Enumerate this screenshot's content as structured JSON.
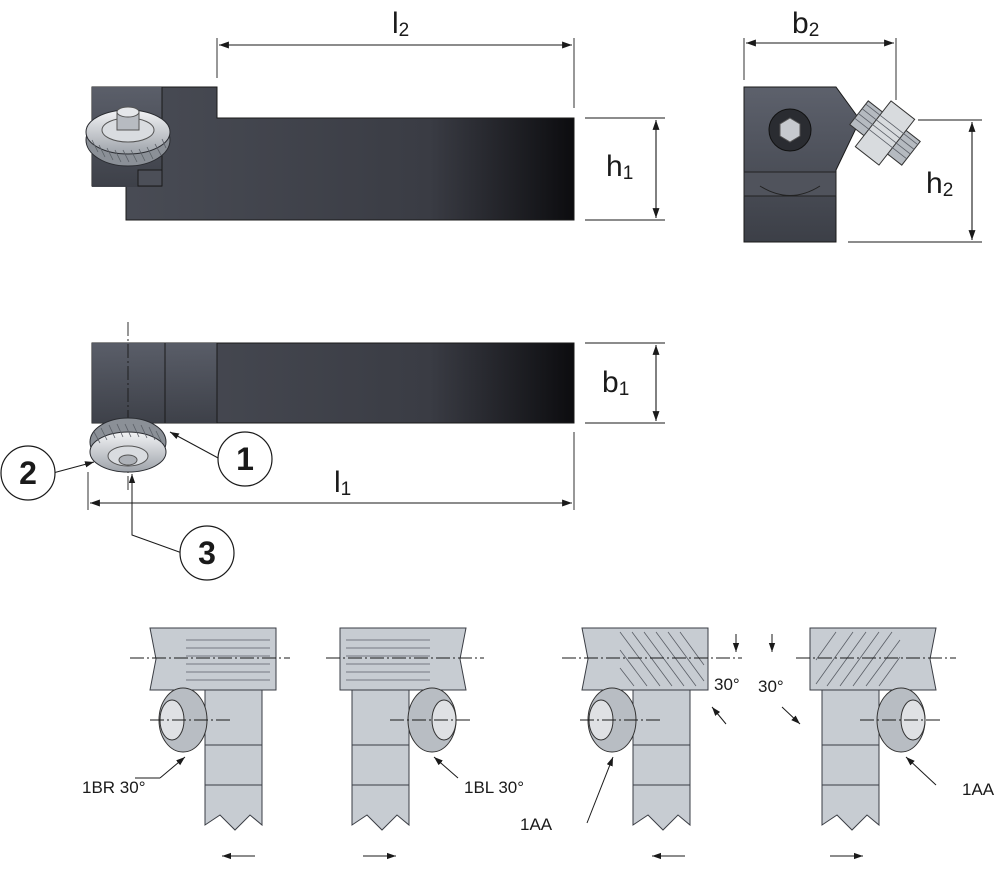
{
  "dimensions": {
    "l2": {
      "main": "l",
      "sub": "2"
    },
    "b2": {
      "main": "b",
      "sub": "2"
    },
    "h1": {
      "main": "h",
      "sub": "1"
    },
    "h2": {
      "main": "h",
      "sub": "2"
    },
    "b1": {
      "main": "b",
      "sub": "1"
    },
    "l1": {
      "main": "l",
      "sub": "1"
    }
  },
  "callouts": [
    "1",
    "2",
    "3"
  ],
  "knurl_labels": {
    "bottom_1": "1BR 30°",
    "bottom_2": "1BL 30°",
    "bottom_3": "1AA",
    "bottom_4": "1AA"
  },
  "angles": {
    "left": "30°",
    "right": "30°"
  },
  "colors": {
    "tool_body_dark": "#17181d",
    "tool_body_light": "#5d616c",
    "detail_gray": "#c7ccd2",
    "line": "#1a1a1a"
  }
}
